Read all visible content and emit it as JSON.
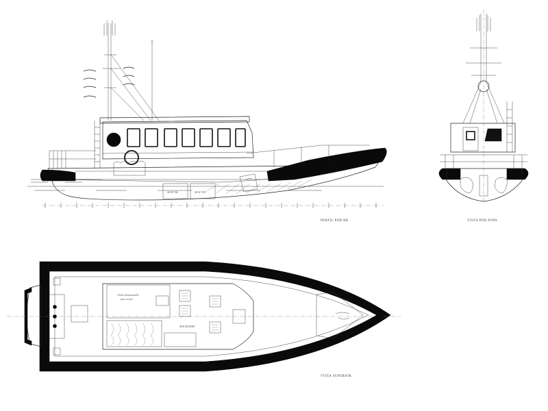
{
  "views": {
    "profile": {
      "caption": "PERFIL  POR  BR"
    },
    "stern": {
      "caption": "VISTA POR POPA"
    },
    "plan": {
      "caption": "VISTA SUPERIOR"
    }
  },
  "annotations": {
    "tank_left": "SEAT  OIL",
    "tank_right": "SEAT  OIL",
    "panel_note_1": "Panel desmontable",
    "panel_note_2": "para motor",
    "engine_room": "MACHINERY"
  },
  "colors": {
    "line": "#222222",
    "fender": "#0a0a0a",
    "background": "#ffffff"
  }
}
